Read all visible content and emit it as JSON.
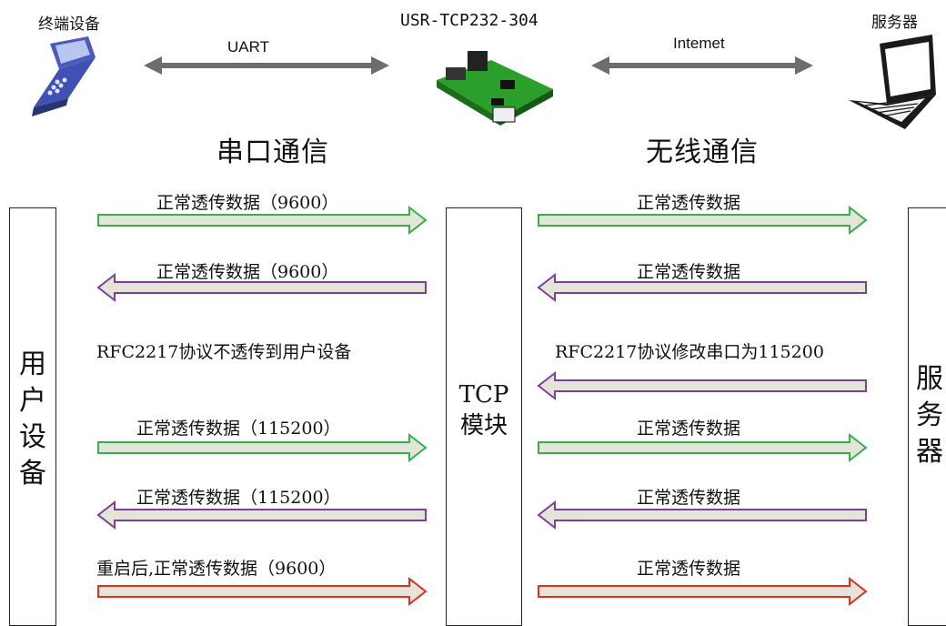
{
  "top": {
    "terminal_label": "终端设备",
    "module_label": "USR-TCP232-304",
    "server_label": "服务器",
    "uart_label": "UART",
    "internet_label": "Intemet"
  },
  "sections": {
    "serial_title": "串口通信",
    "wireless_title": "无线通信"
  },
  "columns": {
    "user_device": "用户设备",
    "tcp_line1": "TCP",
    "tcp_line2": "模块",
    "server": "服务器"
  },
  "left_messages": [
    "正常透传数据（9600）",
    "正常透传数据（9600）",
    "RFC2217协议不透传到用户设备",
    "正常透传数据（115200）",
    "正常透传数据（115200）",
    "重启后,正常透传数据（9600）"
  ],
  "right_messages": [
    "正常透传数据",
    "正常透传数据",
    "RFC2217协议修改串口为115200",
    "正常透传数据",
    "正常透传数据",
    "正常透传数据"
  ],
  "colors": {
    "green": "#33b24a",
    "purple": "#7b3fa0",
    "red": "#e0301e",
    "fill": "#e4e4d8",
    "gray_arrow": "#6d6d6d"
  }
}
